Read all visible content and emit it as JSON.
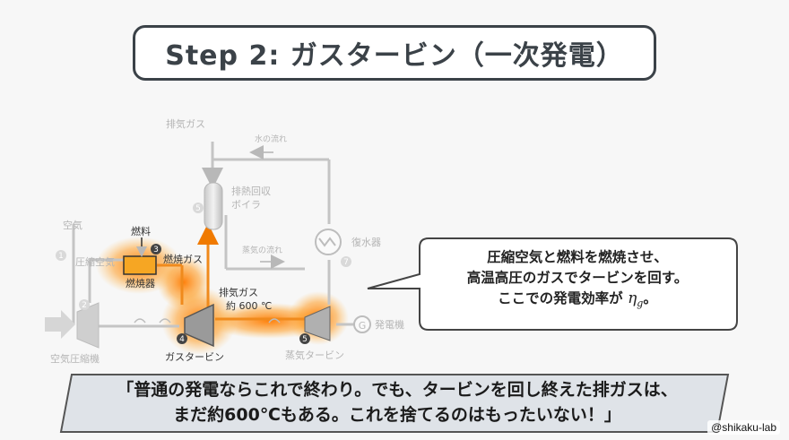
{
  "title": "Step 2: ガスタービン（一次発電）",
  "diagram": {
    "exhaust_gas": "排気ガス",
    "water_flow": "水の流れ",
    "hrsg": [
      "排熱回収",
      "ボイラ"
    ],
    "condenser": "復水器",
    "air": "空気",
    "compressed_air": "圧縮空気",
    "fuel": "燃料",
    "combustion_gas": "燃焼ガス",
    "combustor": "燃焼器",
    "exhaust_temp": [
      "排気ガス",
      "約 600 ℃"
    ],
    "steam_flow": "蒸気の流れ",
    "generator": "発電機",
    "generator_symbol": "G",
    "compressor": "空気圧縮機",
    "gas_turbine": "ガスタービン",
    "steam_turbine": "蒸気タービン",
    "numbers": [
      "1",
      "2",
      "3",
      "4",
      "5",
      "5",
      "7"
    ]
  },
  "bubble": {
    "lines": [
      "圧縮空気と燃料を燃焼させ、",
      "高温高圧のガスでタービンを回す。",
      "ここでの発電効率が",
      "η",
      "g",
      "。"
    ]
  },
  "quote": {
    "line1": "「普通の発電ならこれで終わり。でも、タービンを回し終えた排ガスは、",
    "line2": "まだ約600℃もある。これを捨てるのはもったいない！」"
  },
  "credit": "@shikaku-lab"
}
